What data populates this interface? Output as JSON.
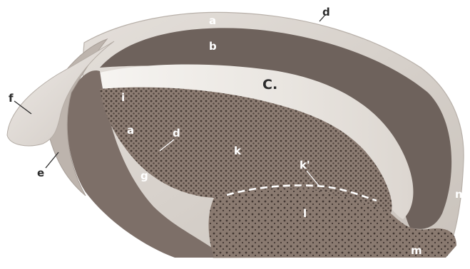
{
  "figure": {
    "labels": {
      "a_top": "a",
      "d_outer": "d",
      "b": "b",
      "C": "C.",
      "i": "i",
      "f": "f",
      "e": "e",
      "a_left": "a",
      "d_inner": "d",
      "k": "k",
      "k_prime": "k'",
      "g": "g",
      "l": "l",
      "n": "n",
      "m": "m"
    },
    "colors": {
      "background": "#ffffff",
      "outer_rim": "#d8d2cc",
      "band_b": "#6e625c",
      "white_layer_c": "#ece9e5",
      "dotted_area": "#8e7e74",
      "dots": "#3e332e",
      "side_face_g": "#7d6f68",
      "tip_f": "#e7e2de"
    }
  }
}
